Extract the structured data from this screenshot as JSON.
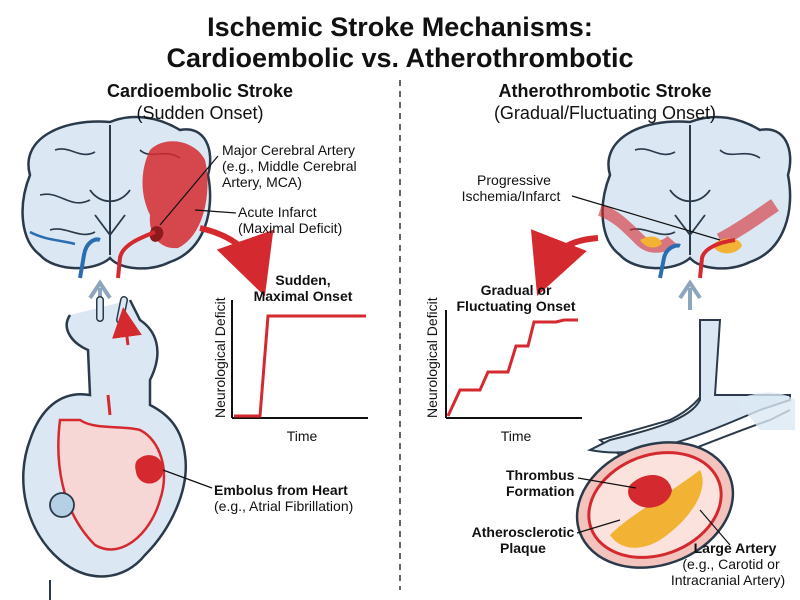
{
  "title_line1": "Ischemic Stroke Mechanisms:",
  "title_line2": "Cardioembolic vs. Atherothrombotic",
  "left": {
    "heading": "Cardioembolic Stroke",
    "subheading": "(Sudden Onset)",
    "artery_label": [
      "Major Cerebral Artery",
      "(e.g., Middle Cerebral",
      "Artery, MCA)"
    ],
    "infarct_label": [
      "Acute Infarct",
      "(Maximal Deficit)"
    ],
    "graph_title": [
      "Sudden,",
      "Maximal Onset"
    ],
    "y_axis": "Neurological Deficit",
    "x_axis": "Time",
    "embolus_label": "Embolus from Heart",
    "embolus_sub": "(e.g., Atrial Fibrillation)"
  },
  "right": {
    "heading": "Atherothrombotic Stroke",
    "subheading": "(Gradual/Fluctuating Onset)",
    "ischemia_label": [
      "Progressive",
      "Ischemia/Infarct"
    ],
    "graph_title": [
      "Gradual or",
      "Fluctuating Onset"
    ],
    "y_axis": "Neurological Deficit",
    "x_axis": "Time",
    "thrombus_label": [
      "Thrombus",
      "Formation"
    ],
    "plaque_label": [
      "Atherosclerotic",
      "Plaque"
    ],
    "artery_label": "Large Artery",
    "artery_sub": [
      "(e.g., Carotid or",
      "Intracranial Artery)"
    ]
  },
  "colors": {
    "red": "#d42a2f",
    "blue_fill": "#dbe8f4",
    "outline": "#2a3a4a",
    "plaque": "#f2b233",
    "divider": "#333333"
  }
}
